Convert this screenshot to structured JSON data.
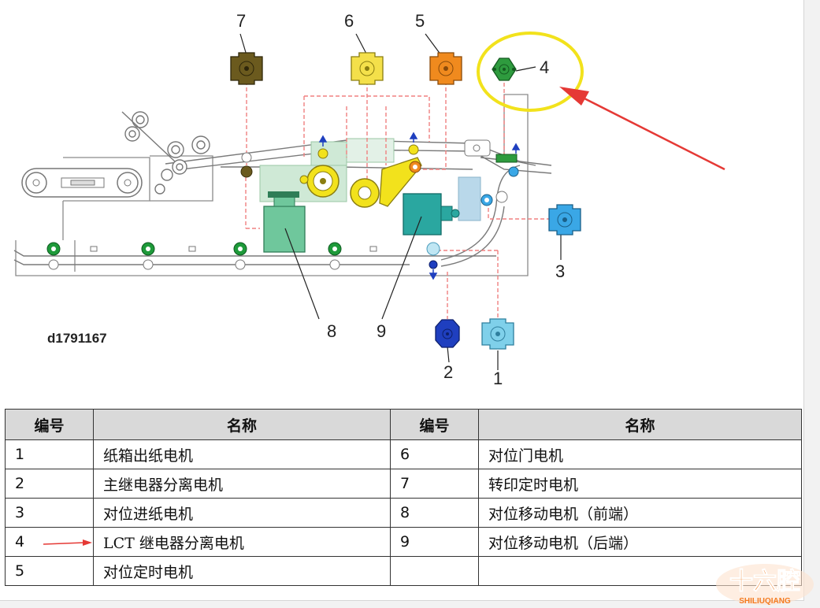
{
  "diagram": {
    "code": "d1791167",
    "callouts": [
      "1",
      "2",
      "3",
      "4",
      "5",
      "6",
      "7",
      "8",
      "9"
    ]
  },
  "colors": {
    "highlight": "#f2e21c",
    "arrow": "#e53935",
    "dash": "#f08080",
    "green": "#1e9a3a",
    "teal": "#2aa7a0",
    "motor7": "#6b5a1e",
    "motor6": "#f4e04a",
    "motor5": "#f08a1e",
    "motor4": "#2e9b3e",
    "motor3": "#3aa7e6",
    "motor2": "#1f3fbf",
    "motor1": "#7fd0ea"
  },
  "table": {
    "headers": [
      "编号",
      "名称",
      "编号",
      "名称"
    ],
    "rows": [
      {
        "n1": "1",
        "name1": "纸箱出纸电机",
        "n2": "6",
        "name2": "对位门电机"
      },
      {
        "n1": "2",
        "name1": "主继电器分离电机",
        "n2": "7",
        "name2": "转印定时电机"
      },
      {
        "n1": "3",
        "name1": "对位进纸电机",
        "n2": "8",
        "name2": "对位移动电机（前端）"
      },
      {
        "n1": "4",
        "name1": "LCT 继电器分离电机",
        "n2": "9",
        "name2": "对位移动电机（后端）"
      },
      {
        "n1": "5",
        "name1": "对位定时电机",
        "n2": "",
        "name2": ""
      }
    ]
  },
  "watermark": {
    "title": "十六腔",
    "subtitle": "SHILIUQIANG"
  }
}
